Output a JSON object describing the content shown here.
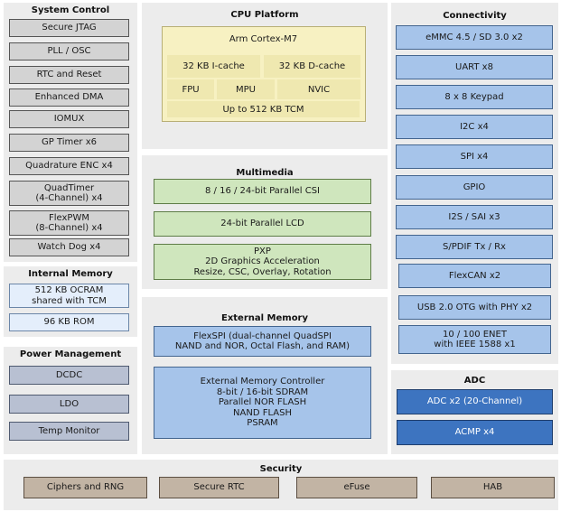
{
  "system_control": {
    "title": "System Control",
    "items": [
      "Secure JTAG",
      "PLL / OSC",
      "RTC and Reset",
      "Enhanced DMA",
      "IOMUX",
      "GP Timer x6",
      "Quadrature ENC x4",
      "QuadTimer\n(4-Channel) x4",
      "FlexPWM\n(8-Channel) x4",
      "Watch Dog x4"
    ]
  },
  "internal_memory": {
    "title": "Internal Memory",
    "items": [
      "512 KB OCRAM\nshared with TCM",
      "96 KB ROM"
    ]
  },
  "power_management": {
    "title": "Power Management",
    "items": [
      "DCDC",
      "LDO",
      "Temp Monitor"
    ]
  },
  "cpu_platform": {
    "title": "CPU Platform",
    "core": "Arm Cortex-M7",
    "icache": "32 KB I-cache",
    "dcache": "32 KB D-cache",
    "fpu": "FPU",
    "mpu": "MPU",
    "nvic": "NVIC",
    "tcm": "Up to 512 KB TCM"
  },
  "multimedia": {
    "title": "Multimedia",
    "items": [
      "8 / 16 / 24-bit Parallel CSI",
      "24-bit Parallel LCD",
      "PXP\n2D Graphics Acceleration\nResize, CSC, Overlay, Rotation"
    ]
  },
  "external_memory": {
    "title": "External Memory",
    "items": [
      "FlexSPI (dual-channel QuadSPI\nNAND and NOR, Octal Flash, and RAM)",
      "External Memory Controller\n8-bit / 16-bit SDRAM\nParallel NOR FLASH\nNAND FLASH\nPSRAM"
    ]
  },
  "connectivity": {
    "title": "Connectivity",
    "items": [
      "eMMC 4.5 / SD 3.0 x2",
      "UART x8",
      "8 x 8 Keypad",
      "I2C x4",
      "SPI x4",
      "GPIO",
      "I2S / SAI x3",
      "S/PDIF Tx / Rx",
      "FlexCAN x2",
      "USB 2.0 OTG with PHY x2",
      "10 / 100 ENET\nwith IEEE 1588 x1"
    ]
  },
  "adc": {
    "title": "ADC",
    "items": [
      "ADC x2 (20-Channel)",
      "ACMP x4"
    ]
  },
  "security": {
    "title": "Security",
    "items": [
      "Ciphers and RNG",
      "Secure RTC",
      "eFuse",
      "HAB"
    ]
  }
}
